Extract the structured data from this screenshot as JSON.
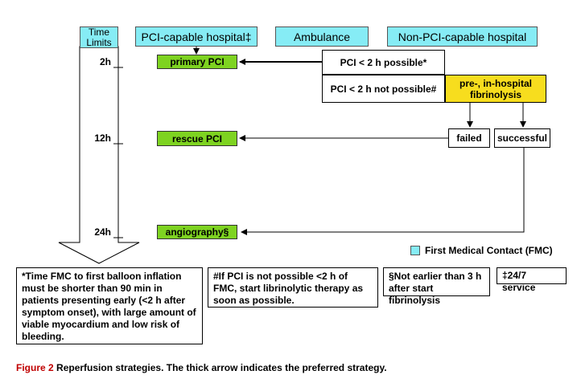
{
  "header": {
    "time_limits": "Time Limits",
    "pci_hospital": "PCI-capable hospital‡",
    "ambulance": "Ambulance",
    "non_pci_hospital": "Non-PCI-capable hospital"
  },
  "times": {
    "t2": "2h",
    "t12": "12h",
    "t24": "24h"
  },
  "boxes": {
    "primary_pci": "primary PCI",
    "rescue_pci": "rescue PCI",
    "angiography": "angiography§",
    "pci_possible": "PCI < 2 h possible*",
    "pci_not_possible": "PCI < 2 h not possible#",
    "fibrinolysis": "pre-, in-hospital fibrinolysis",
    "failed": "failed",
    "successful": "successful"
  },
  "legend": {
    "label": "First Medical Contact (FMC)",
    "color": "#86ecf5"
  },
  "notes": {
    "note1": "*Time FMC to first balloon inflation must be shorter than 90 min in patients presenting early (<2 h after symptom onset), with large amount of viable myocardium and low risk of bleeding.",
    "note2": "#If PCI is not possible <2 h of FMC, start librinolytic therapy as soon as possible.",
    "note3": "§Not earlier than 3 h after start fibrinolysis",
    "note4": "‡24/7 service"
  },
  "caption": {
    "figure": "Figure 2",
    "text": "Reperfusion strategies. The thick arrow indicates the preferred strategy."
  },
  "colors": {
    "cyan": "#86ecf5",
    "green": "#7ed321",
    "yellow": "#f7dd1e",
    "figure_red": "#c00000"
  }
}
